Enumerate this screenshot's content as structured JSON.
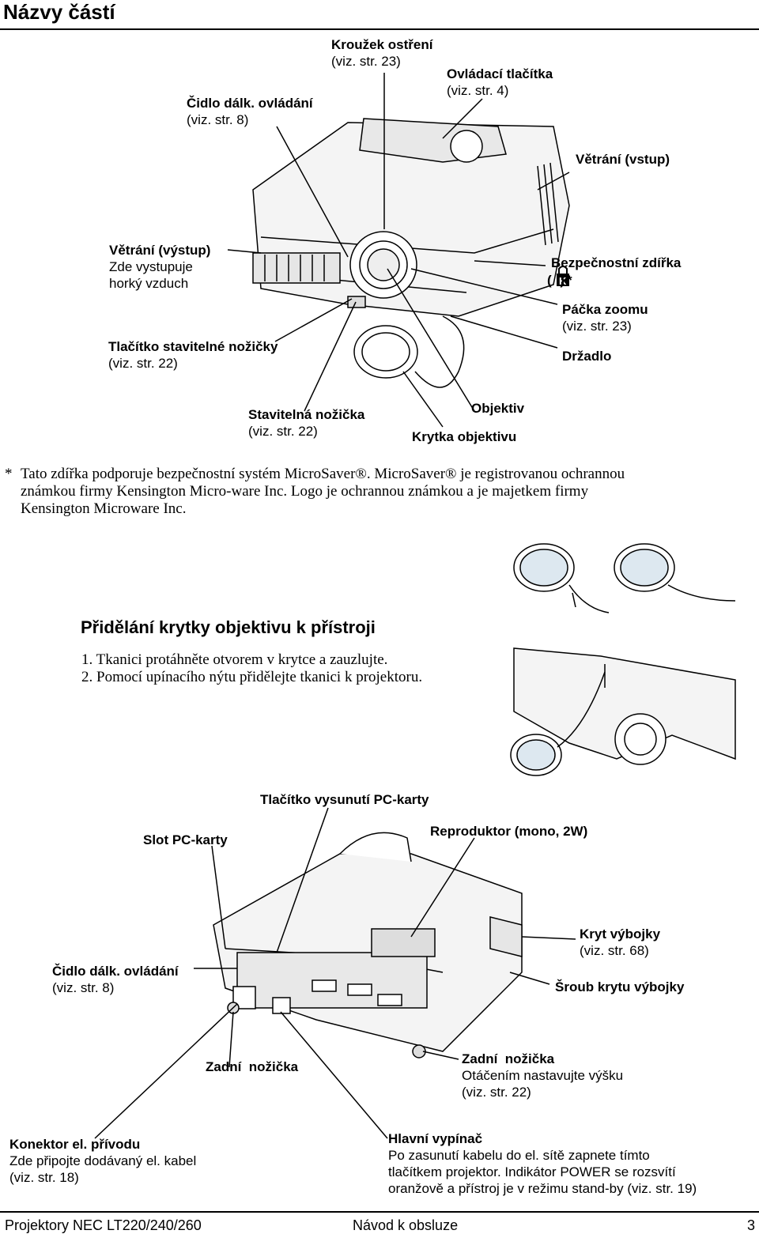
{
  "page_title": "Názvy částí",
  "top_labels": {
    "focus_ring": {
      "name": "Kroužek ostření",
      "ref": "(viz. str. 23)"
    },
    "control_buttons": {
      "name": "Ovládací tlačítka",
      "ref": "(viz. str. 4)"
    },
    "remote_sensor": {
      "name": "Čidlo dálk. ovládání",
      "ref": "(viz. str. 8)"
    },
    "vent_in": {
      "name": "Větrání (vstup)"
    },
    "vent_out": {
      "name": "Větrání (výstup)",
      "line2": "Zde vystupuje",
      "line3": "horký vzduch"
    },
    "security_slot": {
      "name": "Bezpečnostní zdířka",
      "mark": "(  )*"
    },
    "zoom_lever": {
      "name": "Páčka zoomu",
      "ref": "(viz. str. 23)"
    },
    "foot_button": {
      "name": "Tlačítko stavitelné nožičky",
      "ref": "(viz. str. 22)"
    },
    "handle": {
      "name": "Držadlo"
    },
    "adjustable_foot": {
      "name": "Stavitelná nožička",
      "ref": "(viz. str. 22)"
    },
    "lens": {
      "name": "Objektiv"
    },
    "lens_cap": {
      "name": "Krytka objektivu"
    }
  },
  "footnote": {
    "star": "*",
    "line1": "Tato zdířka podporuje bezpečnostní systém MicroSaver®. MicroSaver® je registrovanou ochrannou",
    "line2": "známkou firmy Kensington Micro-ware Inc. Logo je ochrannou známkou a je majetkem firmy",
    "line3": "Kensington Microware Inc."
  },
  "attach": {
    "heading": "Přidělání krytky objektivu k přístroji",
    "step1": "1. Tkanici protáhněte otvorem v krytce a zauzlujte.",
    "step2": "2. Pomocí upínacího nýtu přidělejte tkanici k projektoru."
  },
  "rear_labels": {
    "pc_eject": {
      "name": "Tlačítko vysunutí PC-karty"
    },
    "pc_slot": {
      "name": "Slot PC-karty"
    },
    "speaker": {
      "name": "Reproduktor (mono, 2W)"
    },
    "lamp_cover": {
      "name": "Kryt výbojky",
      "ref": "(viz. str. 68)"
    },
    "remote_sensor": {
      "name": "Čidlo dálk. ovládání",
      "ref": "(viz. str. 8)"
    },
    "lamp_screw": {
      "name": "Šroub krytu výbojky"
    },
    "rear_foot": {
      "name": "Zadní  nožička"
    },
    "rear_foot_adj": {
      "name": "Zadní  nožička",
      "line2": "Otáčením nastavujte výšku",
      "ref": "(viz. str. 22)"
    },
    "power_conn": {
      "name": "Konektor el. přívodu",
      "line2": "Zde připojte dodávaný el. kabel",
      "ref": "(viz. str. 18)"
    },
    "main_switch": {
      "name": "Hlavní vypínač",
      "line2": "Po zasunutí kabelu do el. sítě zapnete tímto",
      "line3": "tlačítkem projektor. Indikátor POWER se rozsvítí",
      "line4": "oranžově a přístroj je v režimu stand-by (viz. str. 19)"
    }
  },
  "footer": {
    "left": "Projektory NEC LT220/240/260",
    "center": "Návod k obsluze",
    "right": "3"
  }
}
